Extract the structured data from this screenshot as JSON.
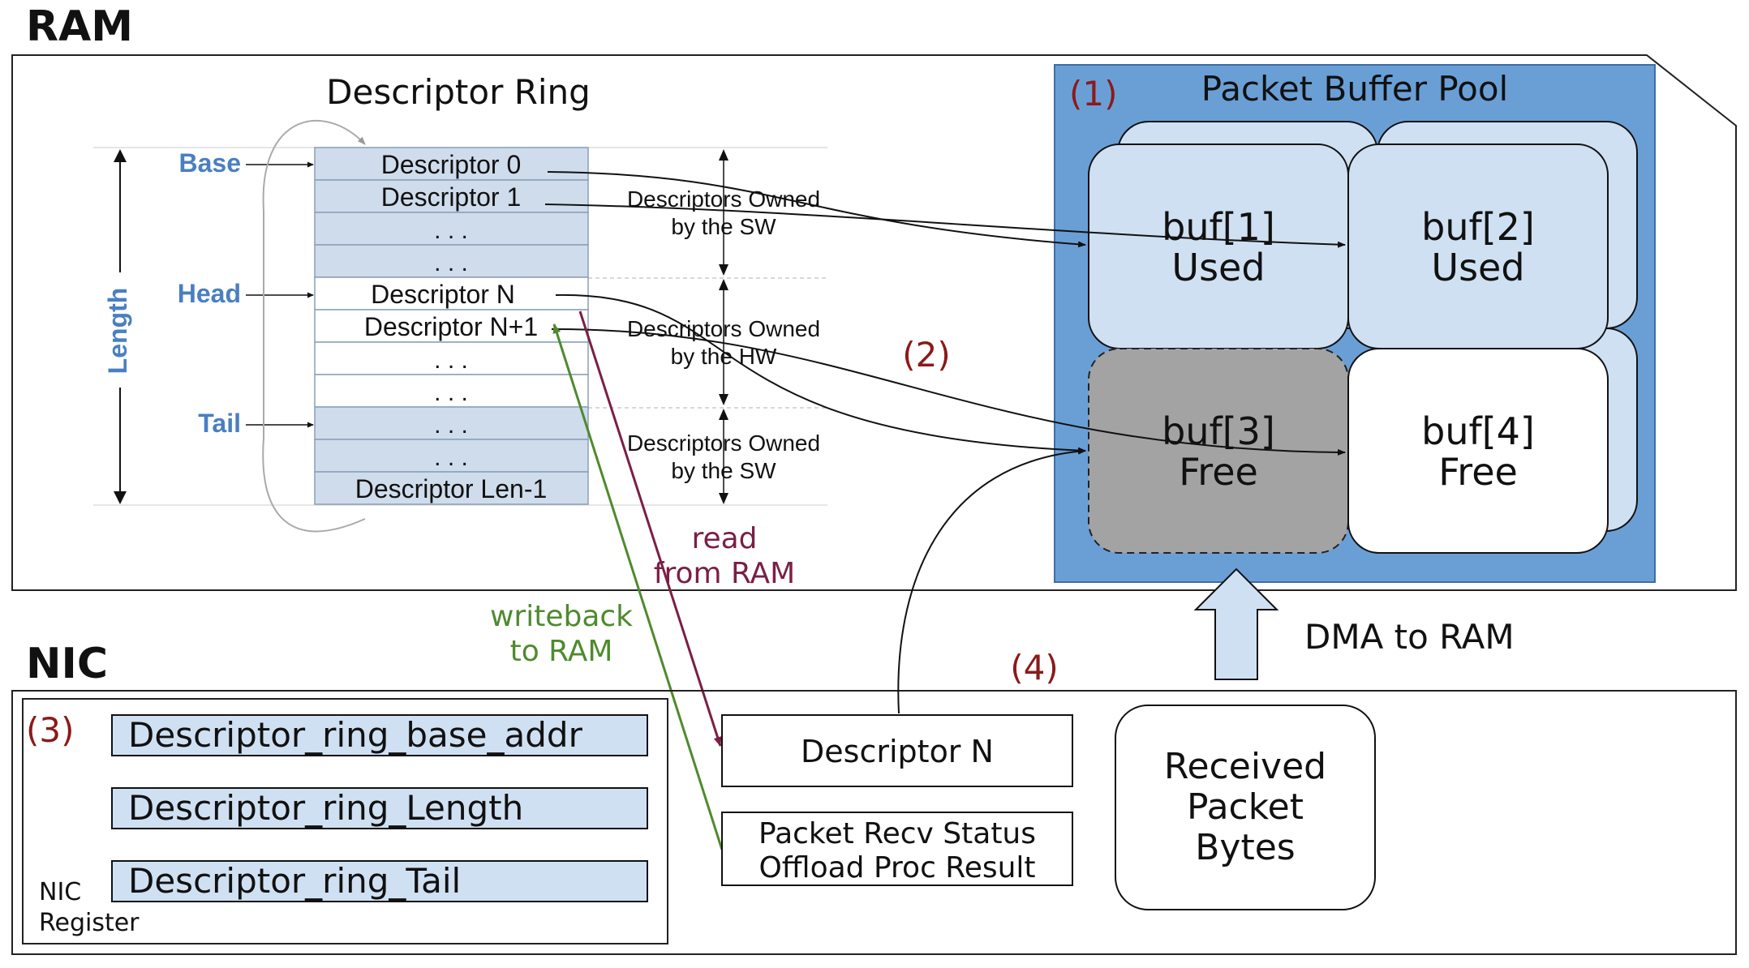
{
  "ram": {
    "title": "RAM",
    "ring_title": "Descriptor Ring",
    "pointers": {
      "base": "Base",
      "head": "Head",
      "tail": "Tail",
      "length": "Length"
    },
    "rows": [
      "Descriptor 0",
      "Descriptor 1",
      ". . .",
      ". . .",
      "Descriptor N",
      "Descriptor N+1",
      ". . .",
      ". . .",
      ". . .",
      ". . .",
      "Descriptor Len-1"
    ],
    "ownership": [
      {
        "line1": "Descriptors Owned",
        "line2": "by the SW"
      },
      {
        "line1": "Descriptors Owned",
        "line2": "by the HW"
      },
      {
        "line1": "Descriptors Owned",
        "line2": "by the SW"
      }
    ],
    "pool": {
      "marker": "(1)",
      "title": "Packet Buffer Pool",
      "buffers": [
        {
          "name": "buf[1]",
          "state": "Used"
        },
        {
          "name": "buf[2]",
          "state": "Used"
        },
        {
          "name": "buf[3]",
          "state": "Free"
        },
        {
          "name": "buf[4]",
          "state": "Free"
        }
      ]
    },
    "marker2": "(2)",
    "read_label_1": "read",
    "read_label_2": "from RAM"
  },
  "nic": {
    "title": "NIC",
    "marker3": "(3)",
    "marker4": "(4)",
    "registers": [
      "Descriptor_ring_base_addr",
      "Descriptor_ring_Length",
      "Descriptor_ring_Tail"
    ],
    "register_caption_1": "NIC",
    "register_caption_2": "Register",
    "descriptor_box": "Descriptor N",
    "status_line_1": "Packet Recv Status",
    "status_line_2": "Offload Proc Result",
    "received_1": "Received",
    "received_2": "Packet",
    "received_3": "Bytes",
    "writeback_1": "writeback",
    "writeback_2": "to RAM",
    "dma_label": "DMA to RAM"
  },
  "colors": {
    "pointer_blue": "#4a7fc1",
    "ring_fill": "#cfdcec",
    "pool_fill": "#6a9fd6",
    "buffer_used": "#cfe0f2",
    "buffer_free_dark": "#a3a3a3",
    "marker_red": "#8b1a1a",
    "read_maroon": "#7a1f45",
    "writeback_green": "#4f8a2e"
  }
}
